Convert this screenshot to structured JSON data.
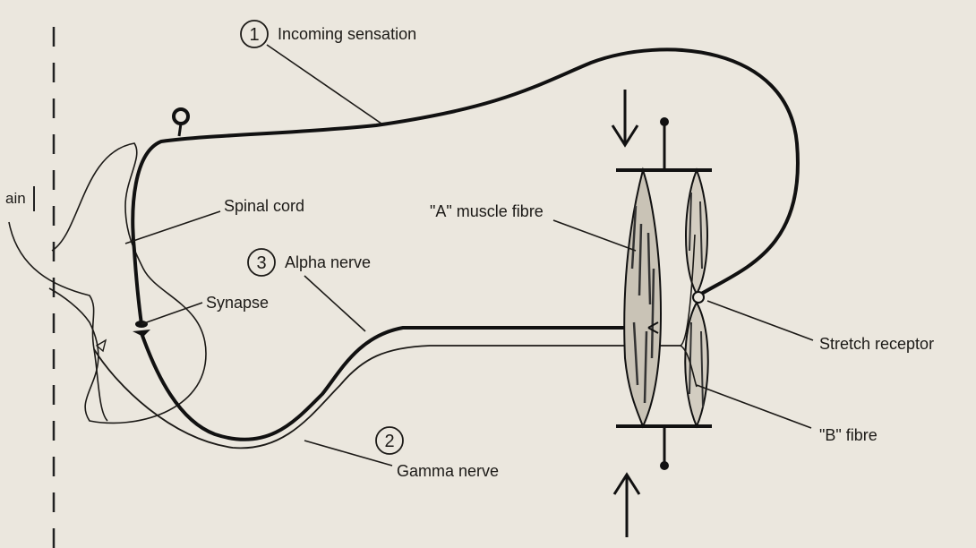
{
  "diagram": {
    "labels": {
      "incoming_sensation": "Incoming sensation",
      "spinal_cord": "Spinal cord",
      "alpha_nerve": "Alpha nerve",
      "synapse": "Synapse",
      "a_muscle_fibre": "\"A\" muscle fibre",
      "stretch_receptor": "Stretch receptor",
      "b_fibre": "\"B\" fibre",
      "gamma_nerve": "Gamma nerve",
      "edge_fragment": "ain"
    },
    "markers": {
      "one": "1",
      "two": "2",
      "three": "3"
    }
  }
}
